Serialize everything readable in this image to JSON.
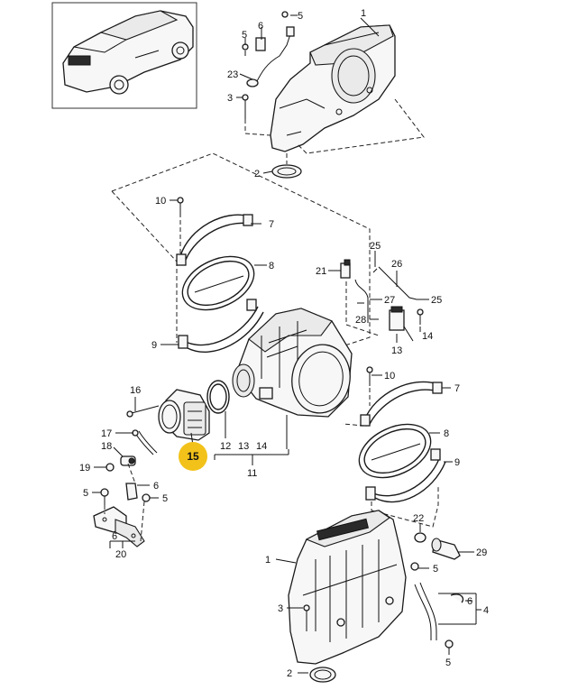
{
  "diagram": {
    "highlight_label": "15",
    "callouts": {
      "c1a": "1",
      "c5a": "5",
      "c6a": "6",
      "c5b": "5",
      "c23": "23",
      "c3a": "3",
      "c2a": "2",
      "c10a": "10",
      "c7a": "7",
      "c8a": "8",
      "c9a": "9",
      "c25a": "25",
      "c26": "26",
      "c21": "21",
      "c27": "27",
      "c25b": "25",
      "c28": "28",
      "c13a": "13",
      "c14a": "14",
      "c10b": "10",
      "c7b": "7",
      "c8b": "8",
      "c9b": "9",
      "c16": "16",
      "c17": "17",
      "c18": "18",
      "c19": "19",
      "c6b": "6",
      "c5c": "5",
      "c5d": "5",
      "c12": "12",
      "c13b": "13",
      "c14b": "14",
      "c11": "11",
      "c6c": "6",
      "c20": "20",
      "c22": "22",
      "c29": "29",
      "c1b": "1",
      "c5e": "5",
      "c6d": "6",
      "c4": "4",
      "c3b": "3",
      "c5f": "5",
      "c2b": "2"
    }
  }
}
